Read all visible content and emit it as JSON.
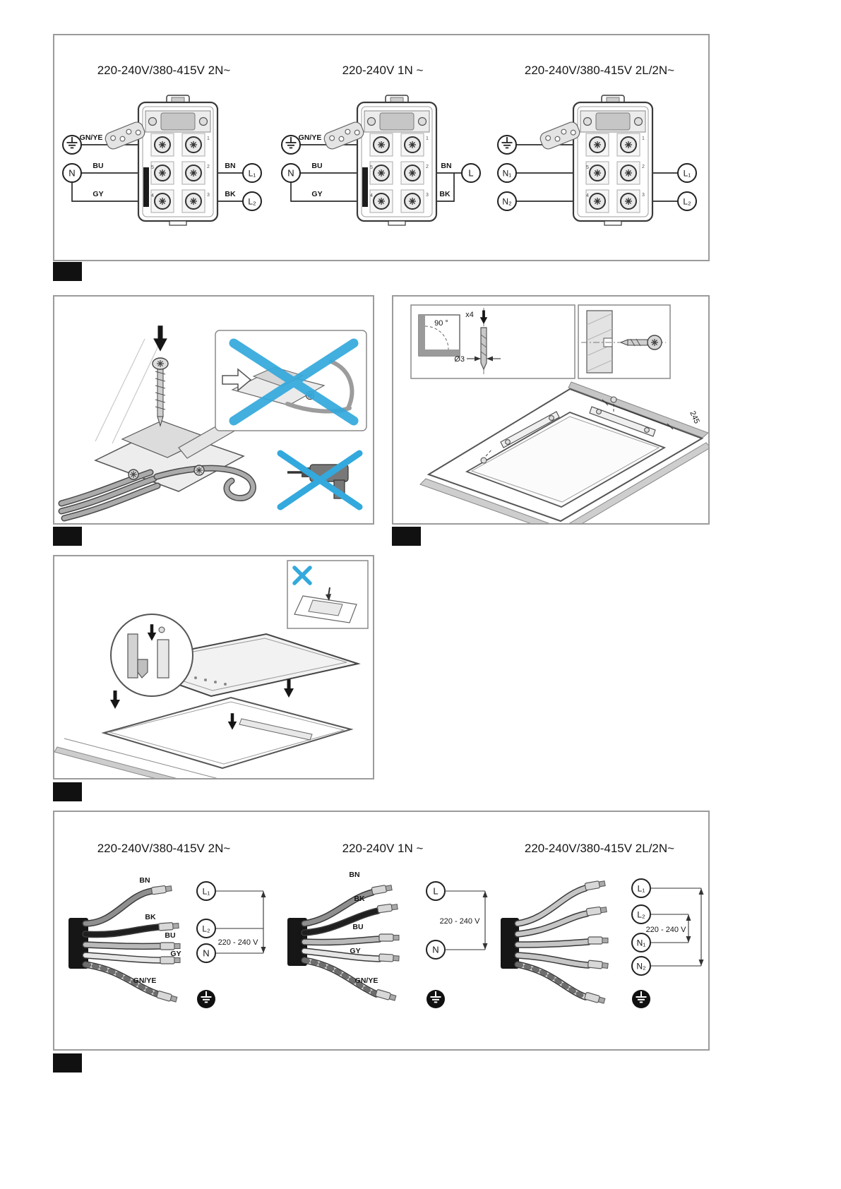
{
  "terminal_panel": {
    "diagrams": [
      {
        "title": "220-240V/380-415V 2N~",
        "earth_wire_label": "GN/YE",
        "neutral_label": "N",
        "neutral_wire_label": "BU",
        "neutral_wire2_label": "GY",
        "line1_wire_label": "BN",
        "line2_wire_label": "BK",
        "line1_label": "L₁",
        "line2_label": "L₂",
        "terminal_numbers": {
          "r1": "1",
          "r2": "2",
          "r3": "3",
          "l2": "5",
          "l3": "4"
        }
      },
      {
        "title": "220-240V 1N ~",
        "earth_wire_label": "GN/YE",
        "neutral_label": "N",
        "neutral_wire_label": "BU",
        "neutral_wire2_label": "GY",
        "line1_wire_label": "BN",
        "line2_wire_label": "BK",
        "line_label": "L",
        "terminal_numbers": {
          "r1": "1",
          "r2": "2",
          "r3": "3",
          "l2": "5",
          "l3": "4"
        }
      },
      {
        "title": "220-240V/380-415V 2L/2N~",
        "neutral1_label": "N₁",
        "neutral2_label": "N₂",
        "line1_label": "L₁",
        "line2_label": "L₂",
        "terminal_numbers": {
          "r1": "1",
          "r2": "2",
          "r3": "3",
          "l2": "5",
          "l3": "4"
        }
      }
    ]
  },
  "drill_panel": {
    "angle_label": "90 °",
    "count_label": "x4",
    "diameter_label": "Ø3",
    "rail_dimension": "245"
  },
  "cable_panel": {
    "diagrams": [
      {
        "title": "220-240V/380-415V 2N~",
        "wire_labels": [
          "BN",
          "BK",
          "BU",
          "GY",
          "GN/YE"
        ],
        "terminal_labels": [
          "L₁",
          "L₂",
          "N"
        ],
        "voltage_label": "220 - 240 V"
      },
      {
        "title": "220-240V 1N ~",
        "wire_labels": [
          "BN",
          "BK",
          "BU",
          "GY",
          "GN/YE"
        ],
        "terminal_labels": [
          "L",
          "N"
        ],
        "voltage_label": "220 - 240 V"
      },
      {
        "title": "220-240V/380-415V 2L/2N~",
        "terminal_labels": [
          "L₁",
          "L₂",
          "N₁",
          "N₂"
        ],
        "voltage_label": "220 - 240 V"
      }
    ]
  }
}
